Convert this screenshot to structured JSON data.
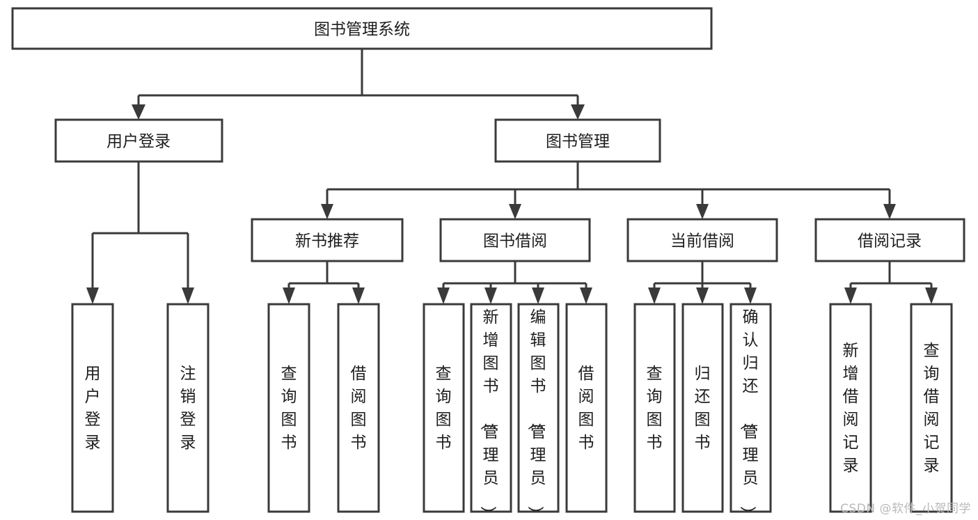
{
  "diagram": {
    "type": "tree",
    "title": "图书管理系统",
    "orientation": "top-down",
    "background_color": "#ffffff",
    "line_color": "#3a3a3a",
    "text_color": "#1d1d1d",
    "levels": 4,
    "root": {
      "id": "root",
      "label": "图书管理系统",
      "text_direction": "horizontal"
    },
    "level2": [
      {
        "id": "user-login",
        "label": "用户登录",
        "text_direction": "horizontal"
      },
      {
        "id": "book-manage",
        "label": "图书管理",
        "text_direction": "horizontal"
      }
    ],
    "level3": [
      {
        "id": "new-book-recommend",
        "label": "新书推荐",
        "parent": "book-manage",
        "text_direction": "horizontal"
      },
      {
        "id": "book-borrow",
        "label": "图书借阅",
        "parent": "book-manage",
        "text_direction": "horizontal"
      },
      {
        "id": "current-borrow",
        "label": "当前借阅",
        "parent": "book-manage",
        "text_direction": "horizontal"
      },
      {
        "id": "borrow-record",
        "label": "借阅记录",
        "parent": "book-manage",
        "text_direction": "horizontal"
      }
    ],
    "leaves": [
      {
        "id": "leaf-user-login",
        "label": "用户登录",
        "parent": "user-login",
        "text_direction": "vertical"
      },
      {
        "id": "leaf-logout-login",
        "label": "注销登录",
        "parent": "user-login",
        "text_direction": "vertical"
      },
      {
        "id": "leaf-query-book-1",
        "label": "查询图书",
        "parent": "new-book-recommend",
        "text_direction": "vertical"
      },
      {
        "id": "leaf-borrow-book-1",
        "label": "借阅图书",
        "parent": "new-book-recommend",
        "text_direction": "vertical"
      },
      {
        "id": "leaf-query-book-2",
        "label": "查询图书",
        "parent": "book-borrow",
        "text_direction": "vertical"
      },
      {
        "id": "leaf-add-book",
        "label": "新增图书（管理员）",
        "parent": "book-borrow",
        "text_direction": "vertical"
      },
      {
        "id": "leaf-edit-book",
        "label": "编辑图书（管理员）",
        "parent": "book-borrow",
        "text_direction": "vertical"
      },
      {
        "id": "leaf-borrow-book-2",
        "label": "借阅图书",
        "parent": "book-borrow",
        "text_direction": "vertical"
      },
      {
        "id": "leaf-query-book-3",
        "label": "查询图书",
        "parent": "current-borrow",
        "text_direction": "vertical"
      },
      {
        "id": "leaf-return-book",
        "label": "归还图书",
        "parent": "current-borrow",
        "text_direction": "vertical"
      },
      {
        "id": "leaf-confirm-return",
        "label": "确认归还（管理员）",
        "parent": "current-borrow",
        "text_direction": "vertical"
      },
      {
        "id": "leaf-add-record",
        "label": "新增借阅记录",
        "parent": "borrow-record",
        "text_direction": "vertical"
      },
      {
        "id": "leaf-query-record",
        "label": "查询借阅记录",
        "parent": "borrow-record",
        "text_direction": "vertical"
      }
    ]
  },
  "watermark": {
    "text": "CSDN @软件_小贺同学",
    "color": "#b9b9b9"
  }
}
